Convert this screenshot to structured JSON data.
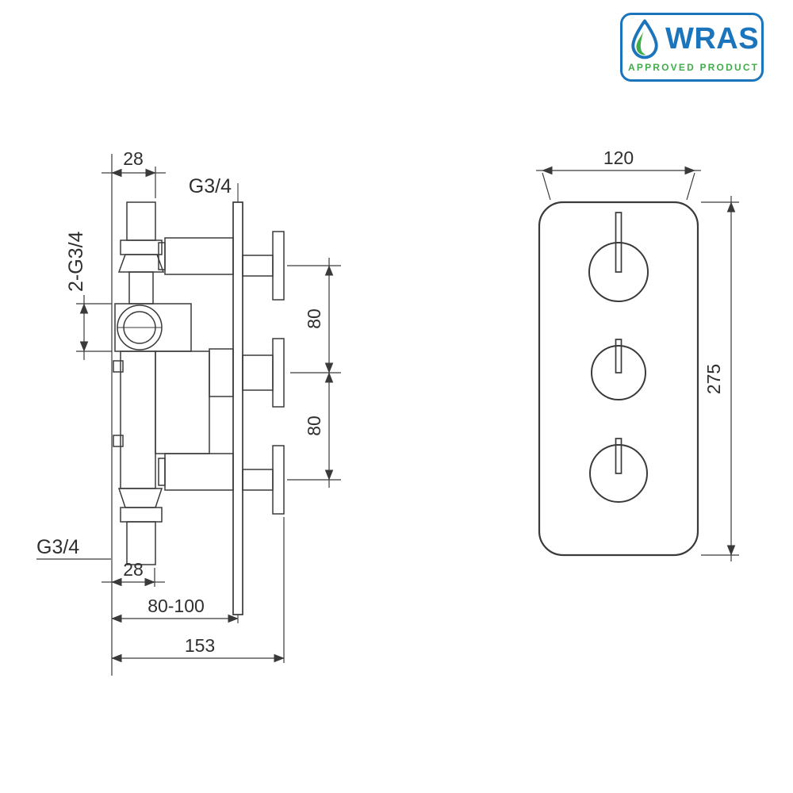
{
  "wras_badge": {
    "title": "WRAS",
    "subtitle": "APPROVED PRODUCT",
    "border_color": "#1b75bc",
    "title_color": "#1b75bc",
    "subtitle_color": "#3fae49"
  },
  "drawing": {
    "line_color": "#3a3a3a",
    "side_view": {
      "dim_top_offset": "28",
      "outlet_thread_label": "G3/4",
      "inlet_threads_label": "2-G3/4",
      "dim_spacing_upper": "80",
      "dim_spacing_lower": "80",
      "bottom_thread_label": "G3/4",
      "dim_bottom_offset": "28",
      "dim_depth_range": "80-100",
      "dim_total_depth": "153"
    },
    "front_view": {
      "dim_width": "120",
      "dim_height": "275"
    }
  }
}
